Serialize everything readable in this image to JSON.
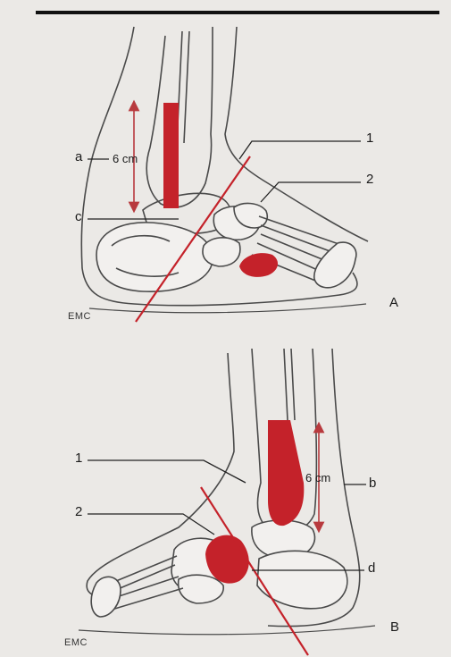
{
  "colors": {
    "background": "#ebe9e6",
    "bone_fill": "#f2f0ee",
    "outline": "#4a4a4a",
    "highlight": "#c4222a",
    "arrow": "#b83a3e"
  },
  "panel_a": {
    "panel_label": "A",
    "label_1": "1",
    "label_2": "2",
    "label_a": "a",
    "label_c": "c",
    "measure": "6 cm",
    "credit": "EMC"
  },
  "panel_b": {
    "panel_label": "B",
    "label_1": "1",
    "label_2": "2",
    "label_b": "b",
    "label_d": "d",
    "measure": "6 cm",
    "credit": "EMC"
  }
}
